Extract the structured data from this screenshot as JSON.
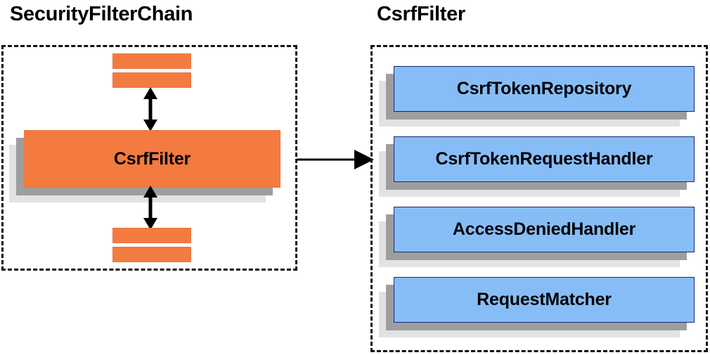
{
  "diagram": {
    "type": "component-relationship-diagram",
    "background_color": "#ffffff",
    "panels": [
      {
        "id": "security-filter-chain",
        "title": "SecurityFilterChain",
        "accent_color": "#f47b3f",
        "border_style": "dashed",
        "border_color": "#111111",
        "main_component": "CsrfFilter",
        "filler_bars_above": 2,
        "filler_bars_below": 2
      },
      {
        "id": "csrf-filter",
        "title": "CsrfFilter",
        "accent_color": "#87bdf7",
        "border_style": "dashed",
        "border_color": "#111111",
        "components": [
          "CsrfTokenRepository",
          "CsrfTokenRequestHandler",
          "AccessDeniedHandler",
          "RequestMatcher"
        ]
      }
    ],
    "connectors": [
      {
        "id": "filter-chain-up",
        "style": "double-headed-vertical-arrow",
        "color": "#000000"
      },
      {
        "id": "filter-chain-down",
        "style": "double-headed-vertical-arrow",
        "color": "#000000"
      },
      {
        "id": "expand-csrf-filter",
        "style": "single-headed-horizontal-arrow",
        "color": "#000000"
      }
    ]
  },
  "left_panel": {
    "title": "SecurityFilterChain",
    "csrf_filter_label": "CsrfFilter",
    "bars": [
      {
        "name": "filter-bar-top-1"
      },
      {
        "name": "filter-bar-top-2"
      },
      {
        "name": "filter-bar-bottom-1"
      },
      {
        "name": "filter-bar-bottom-2"
      }
    ]
  },
  "right_panel": {
    "title": "CsrfFilter",
    "cards": [
      {
        "label": "CsrfTokenRepository"
      },
      {
        "label": "CsrfTokenRequestHandler"
      },
      {
        "label": "AccessDeniedHandler"
      },
      {
        "label": "RequestMatcher"
      }
    ]
  },
  "colors": {
    "orange_fill": "#f47b3f",
    "orange_border": "#e8764a",
    "blue_fill": "#87bdf7",
    "blue_border": "#14267a",
    "shadow_dark": "#9e9e9e",
    "shadow_light": "#e2e2e2",
    "text": "#000000"
  }
}
